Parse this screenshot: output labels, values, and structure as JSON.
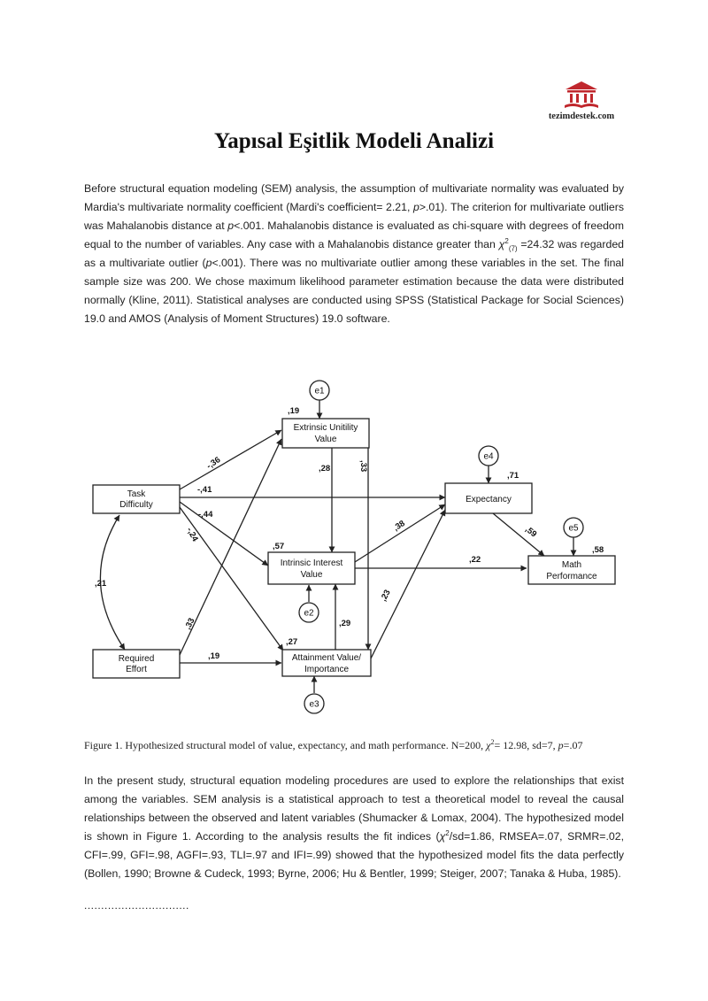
{
  "header": {
    "logo_text": "tezimdestek.com",
    "logo_color": "#c0272d"
  },
  "title": "Yapısal Eşitlik Modeli Analizi",
  "paragraph1": {
    "s1": "Before structural equation modeling (SEM) analysis, the assumption of multivariate normality was evaluated by Mardia's multivariate normality coefficient (Mardi's coefficient= 2.21, ",
    "p1": "p",
    "s2": ">.01). The criterion for multivariate outliers was Mahalanobis distance at ",
    "p2": "p",
    "s3": "<.001. Mahalanobis distance is evaluated as chi-square with degrees of freedom equal to the number of variables. Any case with a Mahalanobis distance greater than ",
    "chi": "χ",
    "chi_sup": "2",
    "chi_sub": "(7)",
    "s4": " =24.32 was regarded as a multivariate outlier (",
    "p3": "p",
    "s5": "<.001). There was no multivariate outlier among these variables in the set. The final sample size was 200. We chose maximum likelihood parameter estimation because the data were distributed normally (Kline, 2011). Statistical analyses are conducted using SPSS (Statistical Package for Social Sciences) 19.0 and AMOS (Analysis of Moment Structures) 19.0 software."
  },
  "figure": {
    "nodes": {
      "task_difficulty": [
        "Task",
        "Difficulty"
      ],
      "required_effort": [
        "Required",
        "Effort"
      ],
      "extrinsic": [
        "Extrinsic Unitility",
        "Value"
      ],
      "intrinsic": [
        "Intrinsic Interest",
        "Value"
      ],
      "attainment": [
        "Attainment Value/",
        "Importance"
      ],
      "expectancy": [
        "Expectancy"
      ],
      "math": [
        "Math",
        "Performance"
      ]
    },
    "errors": {
      "e1": "e1",
      "e2": "e2",
      "e3": "e3",
      "e4": "e4",
      "e5": "e5"
    },
    "r2": {
      "extrinsic": ",19",
      "intrinsic": ",57",
      "attainment": ",27",
      "expectancy": ",71",
      "math": ",58"
    },
    "paths": {
      "td_ext": "-,36",
      "td_exp": "-,41",
      "td_int": "-,44",
      "td_att": "-,24",
      "corr": ",21",
      "re_ext": ",33",
      "re_att": ",19",
      "ext_int": ",28",
      "ext_att": ",33",
      "att_int": ",29",
      "int_exp": ",38",
      "int_math": ",22",
      "att_exp": ",23",
      "exp_math": ",59"
    }
  },
  "caption": {
    "c1": "Figure 1. Hypothesized structural model of value, expectancy, and math performance. N=200, ",
    "chi": "χ",
    "chi_sup": "2",
    "c2": "= 12.98, sd=7, ",
    "p": "p",
    "c3": "=.07"
  },
  "paragraph2": {
    "s1": "In the present study, structural equation modeling procedures are used to explore the relationships that exist among the variables. SEM analysis is a statistical approach to test a theoretical model to reveal the causal relationships between the observed and latent variables (Shumacker & Lomax, 2004). The hypothesized model is shown in Figure 1. According to the analysis results the fit indices (",
    "chi": "χ",
    "chi_sup": "2",
    "s2": "/sd=1.86, RMSEA=.07, SRMR=.02, CFI=.99, GFI=.98, AGFI=.93, TLI=.97 and IFI=.99) showed that the hypothesized model fits the data perfectly (Bollen, 1990; Browne & Cudeck, 1993; Byrne, 2006; Hu & Bentler, 1999; Steiger, 2007; Tanaka & Huba, 1985)."
  },
  "dots": "..............................."
}
